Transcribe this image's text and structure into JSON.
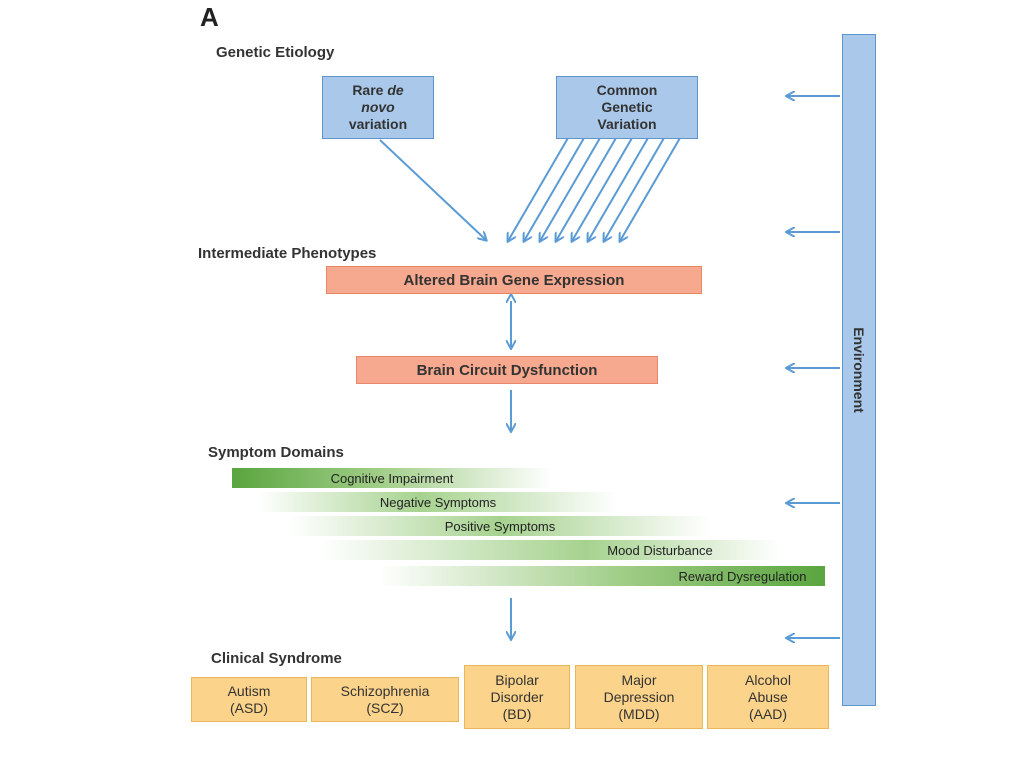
{
  "panel_letter": "A",
  "sections": {
    "genetic": "Genetic Etiology",
    "intermediate": "Intermediate Phenotypes",
    "symptom": "Symptom Domains",
    "clinical": "Clinical Syndrome"
  },
  "genetic_boxes": {
    "rare": {
      "line1": "Rare",
      "line1_italic": "de",
      "line2_italic": "novo",
      "line3": "variation"
    },
    "common": {
      "line1": "Common",
      "line2": "Genetic",
      "line3": "Variation"
    }
  },
  "phenotypes": {
    "expression": "Altered Brain Gene Expression",
    "circuit": "Brain Circuit Dysfunction"
  },
  "symptom_domains": [
    "Cognitive Impairment",
    "Negative Symptoms",
    "Positive Symptoms",
    "Mood Disturbance",
    "Reward Dysregulation"
  ],
  "syndromes": [
    {
      "line1": "Autism",
      "line2": "(ASD)",
      "line3": ""
    },
    {
      "line1": "Schizophrenia",
      "line2": "(SCZ)",
      "line3": ""
    },
    {
      "line1": "Bipolar",
      "line2": "Disorder",
      "line3": "(BD)"
    },
    {
      "line1": "Major",
      "line2": "Depression",
      "line3": "(MDD)"
    },
    {
      "line1": "Alcohol",
      "line2": "Abuse",
      "line3": "(AAD)"
    }
  ],
  "environment_label": "Environment",
  "colors": {
    "arrow": "#5b9bd5",
    "genetic_box": "#a9c8ea",
    "phenotype_box": "#f6a98e",
    "symptom_green": "#5aa53f",
    "syndrome_box": "#fbd38a"
  }
}
